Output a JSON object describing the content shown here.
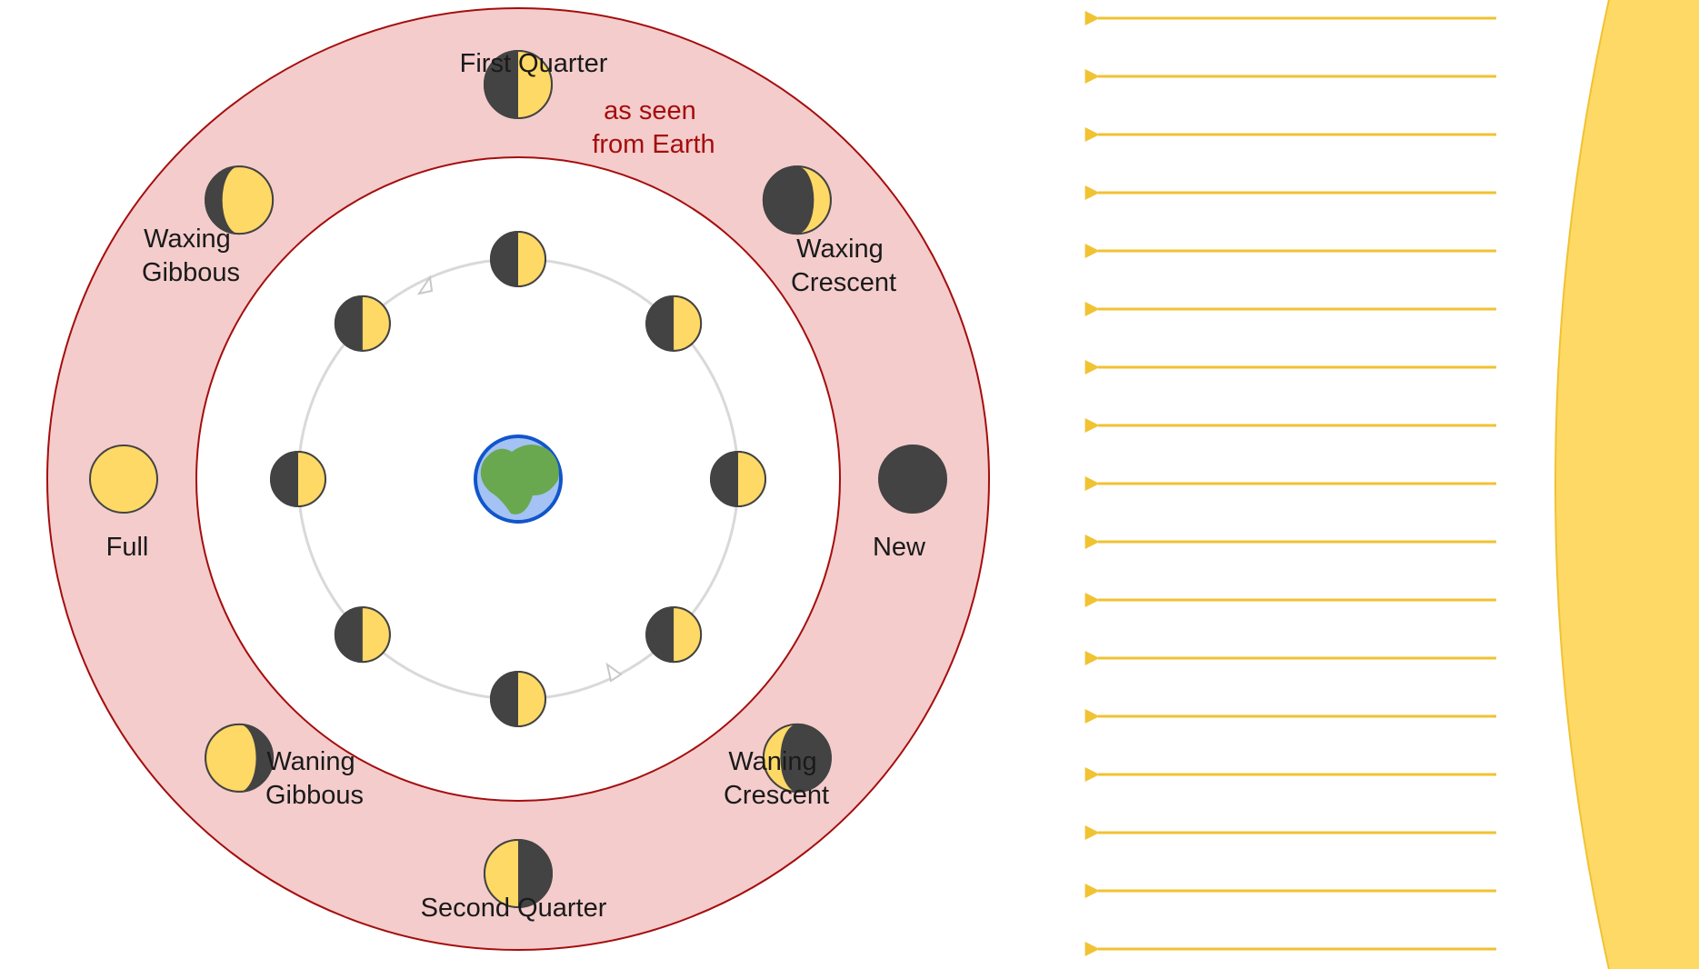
{
  "diagram": {
    "note": [
      "as seen",
      "from Earth"
    ],
    "phases": [
      {
        "id": "first-quarter",
        "label": [
          "First Quarter"
        ],
        "lit": "right",
        "lit_fraction": 0.5
      },
      {
        "id": "waxing-crescent",
        "label": [
          "Waxing",
          "Crescent"
        ],
        "lit": "right",
        "lit_fraction": 0.25
      },
      {
        "id": "new",
        "label": [
          "New"
        ],
        "lit": "none",
        "lit_fraction": 0
      },
      {
        "id": "waning-crescent",
        "label": [
          "Waning",
          "Crescent"
        ],
        "lit": "left",
        "lit_fraction": 0.25
      },
      {
        "id": "second-quarter",
        "label": [
          "Second Quarter"
        ],
        "lit": "left",
        "lit_fraction": 0.5
      },
      {
        "id": "waning-gibbous",
        "label": [
          "Waning",
          "Gibbous"
        ],
        "lit": "left",
        "lit_fraction": 0.75
      },
      {
        "id": "full",
        "label": [
          "Full"
        ],
        "lit": "full",
        "lit_fraction": 1
      },
      {
        "id": "waxing-gibbous",
        "label": [
          "Waxing",
          "Gibbous"
        ],
        "lit": "right",
        "lit_fraction": 0.75
      }
    ],
    "orbit_moon_count": 8,
    "orbit_direction": "counterclockwise",
    "sun_ray_count": 17,
    "colors": {
      "ring_fill": "#f4cccc",
      "ring_stroke": "#a50d0d",
      "moon_lit": "#ffd966",
      "moon_dark": "#434343",
      "sun": "#ffd966",
      "sun_edge": "#f1c232",
      "ray": "#f1c232",
      "earth_ocean": "#a4c2f4",
      "earth_land": "#6aa84f",
      "earth_outline": "#1155cc",
      "orbit": "#d9d9d9"
    }
  }
}
